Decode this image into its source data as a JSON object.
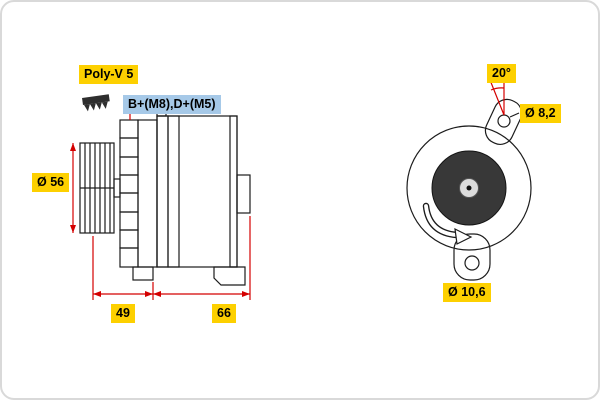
{
  "drawing": {
    "left_view": {
      "belt_type": "Poly-V 5",
      "terminals": "B+(M8),D+(M5)",
      "pulley_diameter": "Ø 56",
      "dim_pulley_to_mount": "49",
      "dim_mount_to_rear": "66"
    },
    "right_view": {
      "ear_angle": "20°",
      "ear_hole_diameter": "Ø 8,2",
      "foot_hole_diameter": "Ø 10,6"
    }
  },
  "colors": {
    "highlight_yellow": "#fdd000",
    "highlight_blue": "#a6c9e8",
    "dimension_red": "#d40000",
    "line_dark": "#1c1c1c"
  }
}
